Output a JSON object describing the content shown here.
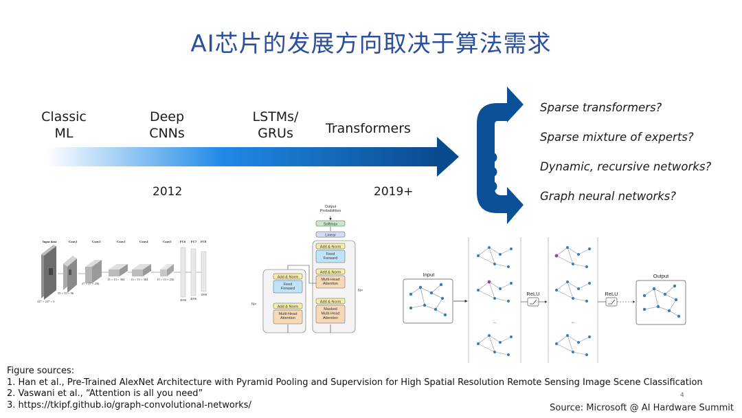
{
  "title": "AI芯片的发展方向取决于算法需求",
  "eras": [
    "Classic\nML",
    "Deep\nCNNs",
    "LSTMs/\nGRUs",
    "Transformers"
  ],
  "years": [
    "2012",
    "2019+"
  ],
  "future_directions": [
    "Sparse transformers?",
    "Sparse mixture of experts?",
    "Dynamic, recursive networks?",
    "Graph neural networks?"
  ],
  "alexnet": {
    "labels": [
      "Input data",
      "Conv1",
      "Conv2",
      "Conv3",
      "Conv4",
      "Conv5",
      "FC6",
      "FC7",
      "FC8"
    ],
    "dims": [
      "227 × 227 × 3",
      "55 × 55 × 96",
      "27 × 27 × 256",
      "13 × 13 × 384",
      "13 × 13 × 384",
      "13 × 13 × 256",
      "4096",
      "4096",
      "1000"
    ]
  },
  "transformer": {
    "output_label": "Output\nProbabilities",
    "softmax": "Softmax",
    "linear": "Linear",
    "add_norm": "Add & Norm",
    "feed_forward": "Feed\nForward",
    "multi_head": "Multi-Head\nAttention",
    "masked_multi_head": "Masked\nMulti-Head\nAttention",
    "nx": "N×"
  },
  "gcn": {
    "input": "Input",
    "relu": "ReLU",
    "output": "Output",
    "ellipsis": "..."
  },
  "sources": {
    "heading": "Figure sources:",
    "items": [
      "1. Han et al., Pre-Trained AlexNet Architecture with Pyramid Pooling and Supervision for High Spatial Resolution Remote Sensing Image Scene Classification",
      "2. Vaswani et al., “Attention is all you need”",
      "3. https://tkipf.github.io/graph-convolutional-networks/"
    ]
  },
  "credit": "Source: Microsoft @ AI Hardware Summit",
  "page_number": "4",
  "colors": {
    "title": "#2b4f9c",
    "arrow_dark": "#0a4a8f",
    "arrow_light": "#ffffff",
    "fork": "#0b4f96"
  }
}
